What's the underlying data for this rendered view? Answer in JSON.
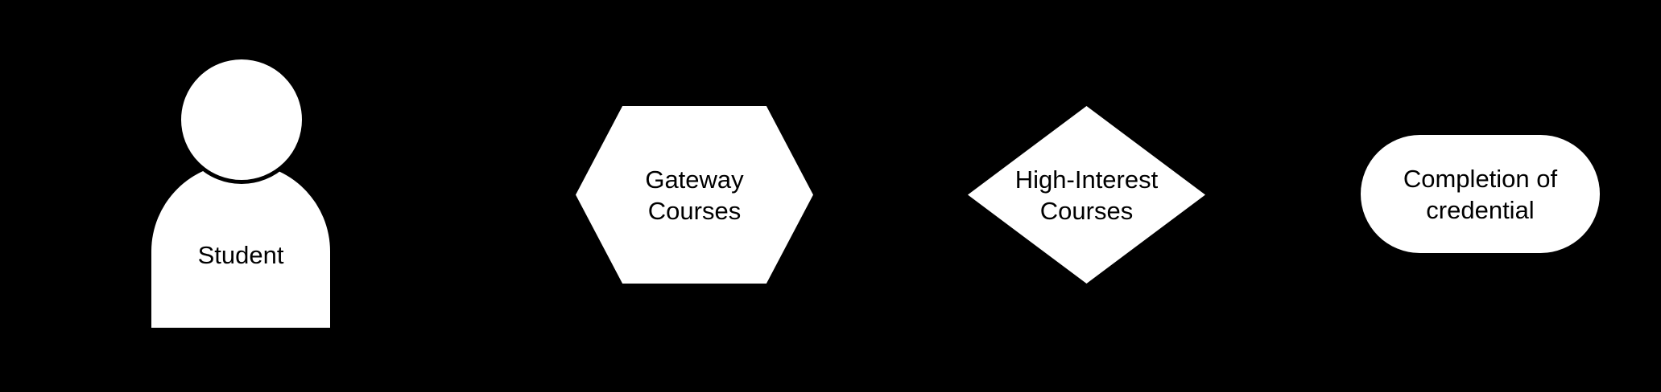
{
  "diagram": {
    "background_color": "#000000",
    "node_fill_color": "#ffffff",
    "node_text_color": "#000000",
    "icons": [
      {
        "name": "person-icon",
        "meaning": "actor / student figure"
      }
    ],
    "nodes": [
      {
        "id": "student",
        "shape": "actor",
        "label": "Student"
      },
      {
        "id": "gateway-courses",
        "shape": "hexagon",
        "label": "Gateway\nCourses"
      },
      {
        "id": "high-interest-courses",
        "shape": "diamond",
        "label": "High-Interest\nCourses"
      },
      {
        "id": "completion-of-credential",
        "shape": "stadium",
        "label": "Completion of\ncredential"
      }
    ]
  }
}
